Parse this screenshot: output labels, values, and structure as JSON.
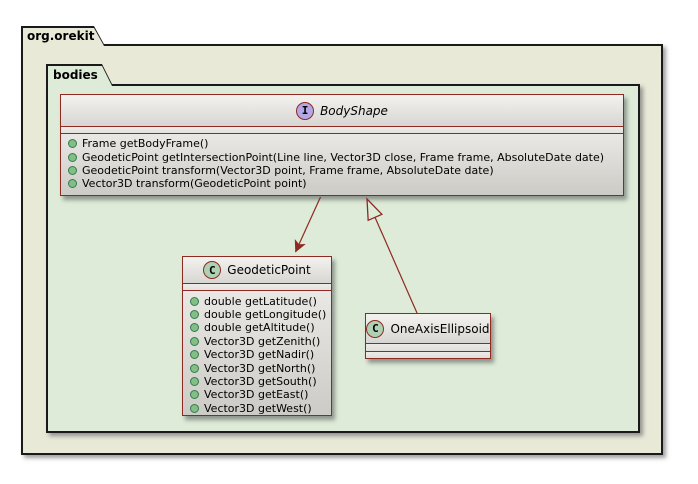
{
  "packages": {
    "orekit": {
      "label": "org.orekit"
    },
    "bodies": {
      "label": "bodies"
    }
  },
  "classes": {
    "bodyshape": {
      "badge": "I",
      "kind": "interface",
      "name": "BodyShape",
      "methods": [
        "Frame getBodyFrame()",
        "GeodeticPoint getIntersectionPoint(Line line, Vector3D close, Frame frame, AbsoluteDate date)",
        "GeodeticPoint transform(Vector3D point, Frame frame, AbsoluteDate date)",
        "Vector3D transform(GeodeticPoint point)"
      ]
    },
    "geodeticpoint": {
      "badge": "C",
      "kind": "class",
      "name": "GeodeticPoint",
      "methods": [
        "double getLatitude()",
        "double getLongitude()",
        "double getAltitude()",
        "Vector3D getZenith()",
        "Vector3D getNadir()",
        "Vector3D getNorth()",
        "Vector3D getSouth()",
        "Vector3D getEast()",
        "Vector3D getWest()"
      ]
    },
    "oneaxisellipsoid": {
      "badge": "C",
      "kind": "class",
      "name": "OneAxisEllipsoid",
      "methods": []
    }
  },
  "relations": [
    {
      "from": "BodyShape",
      "to": "GeodeticPoint",
      "type": "directed-association"
    },
    {
      "from": "OneAxisEllipsoid",
      "to": "BodyShape",
      "type": "realization"
    }
  ],
  "colors": {
    "line_and_border": "#8E2A22",
    "outer_package_fill": "#E9E9D8",
    "inner_package_fill": "#DDEBD8",
    "interface_badge_fill": "#B4A7E5",
    "class_badge_fill": "#ADD1B2",
    "public_method_dot_fill": "#84BE84",
    "public_method_dot_border": "#2E7D4F",
    "package_border": "#1a1a1a"
  }
}
